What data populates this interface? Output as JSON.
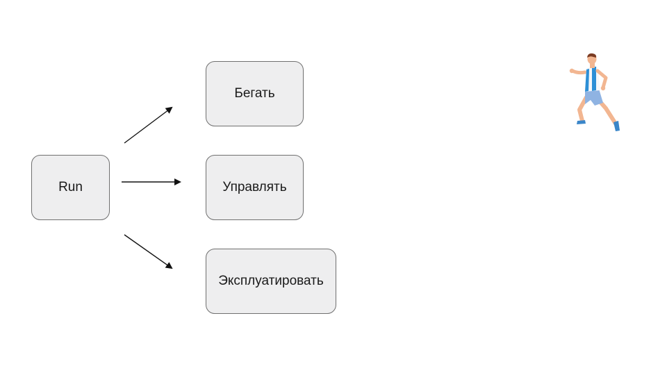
{
  "diagram": {
    "source_node": {
      "label": "Run"
    },
    "target_nodes": [
      {
        "label": "Бегать"
      },
      {
        "label": "Управлять"
      },
      {
        "label": "Эксплуатировать"
      }
    ]
  },
  "illustration": {
    "icon": "running-man-icon",
    "colors": {
      "skin": "#f2b691",
      "hair": "#7a3b22",
      "shirt_white": "#f5f7fa",
      "shirt_blue": "#2d8fd6",
      "shorts": "#8fb3e2",
      "shoes": "#3a86c9"
    }
  },
  "colors": {
    "node_fill": "#eeeeef",
    "node_border": "#6f6f6f",
    "arrow": "#111111",
    "background": "#ffffff"
  }
}
